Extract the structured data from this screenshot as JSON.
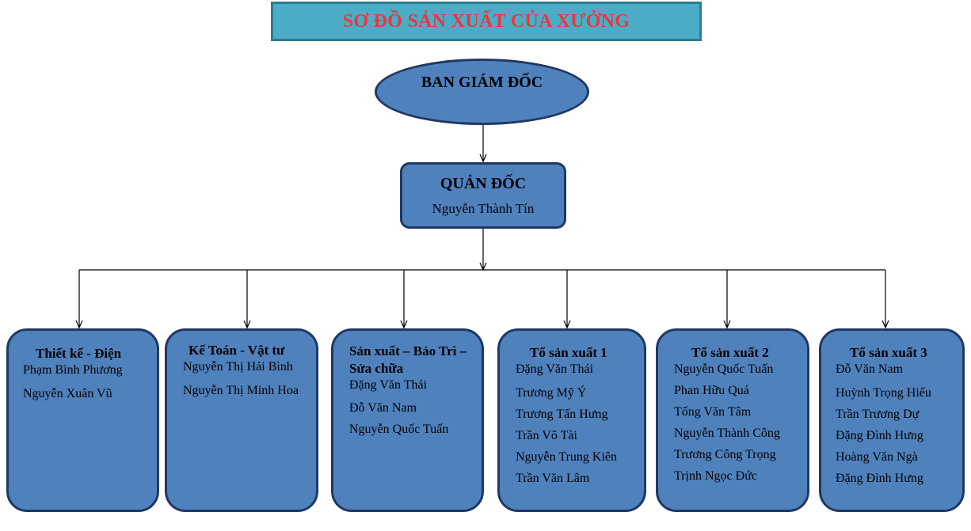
{
  "title": "SƠ ĐỒ SẢN XUẤT CỦA XƯỞNG",
  "board": "BAN GIÁM ĐỐC",
  "manager": {
    "title": "QUẢN ĐỐC",
    "name": "Nguyễn Thành Tín"
  },
  "departments": [
    {
      "title": "Thiết kế - Điện",
      "members": [
        "Phạm Bình Phương",
        "Nguyễn Xuân Vũ"
      ]
    },
    {
      "title": "Kế Toán - Vật tư",
      "members": [
        "Nguyễn Thị Hải Bình",
        "Nguyễn Thị Minh Hoa"
      ]
    },
    {
      "title": "Sản xuất – Bảo Trì – Sửa chữa",
      "members": [
        "Đặng Văn Thái",
        "Đỗ Văn Nam",
        "Nguyễn Quốc Tuấn"
      ]
    },
    {
      "title": "Tổ sản xuất 1",
      "members": [
        "Đặng Văn Thái",
        "Trương Mỹ Ý",
        "Trương Tấn Hưng",
        "Trần Võ Tài",
        "Nguyễn Trung Kiên",
        "Trần Văn Lâm"
      ]
    },
    {
      "title": "Tổ sản xuất 2",
      "members": [
        "Nguyễn Quốc Tuấn",
        "Phan Hữu Quá",
        "Tống Văn Tâm",
        "Nguyễn Thành Công",
        "Trương Công Trọng",
        "Trịnh Ngọc Đức"
      ]
    },
    {
      "title": "Tổ sản xuất 3",
      "members": [
        "Đỗ Văn Nam",
        "Huỳnh Trọng Hiếu",
        "Trần Trương Dự",
        "Đặng Đình Hưng",
        "Hoàng Văn Ngà",
        "Đặng Đình Hưng"
      ]
    }
  ]
}
